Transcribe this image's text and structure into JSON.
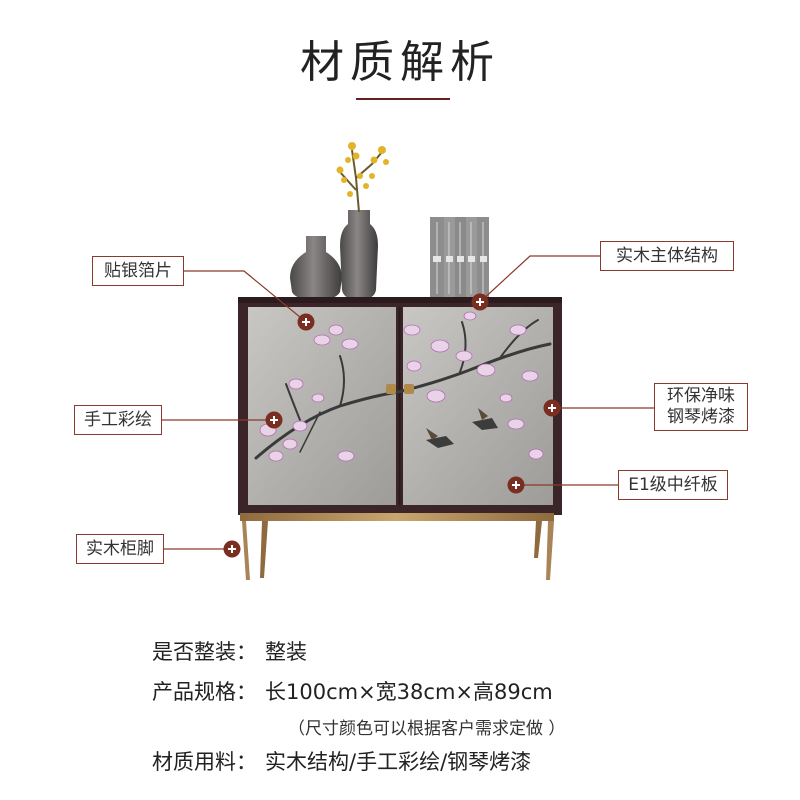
{
  "header": {
    "title": "材质解析"
  },
  "callouts": {
    "silver_leaf": "贴银箔片",
    "solid_wood_body": "实木主体结构",
    "hand_painted": "手工彩绘",
    "eco_lacquer_line1": "环保净味",
    "eco_lacquer_line2": "钢琴烤漆",
    "mdf_board": "E1级中纤板",
    "wood_legs": "实木柜脚"
  },
  "specs": {
    "assembled_key": "是否整装：",
    "assembled_val": "整装",
    "size_key": "产品规格：",
    "size_val": "长100cm×宽38cm×高89cm",
    "size_note": "（尺寸颜色可以根据客户需求定做 ）",
    "material_key": "材质用料：",
    "material_val": "实木结构/手工彩绘/钢琴烤漆"
  },
  "colors": {
    "accent": "#8a3a2c",
    "cabinet_frame": "#3b2528",
    "silver_panel": "#b8b6b3",
    "brass_base": "#b08a5a",
    "magnolia": "#e8cde6"
  }
}
